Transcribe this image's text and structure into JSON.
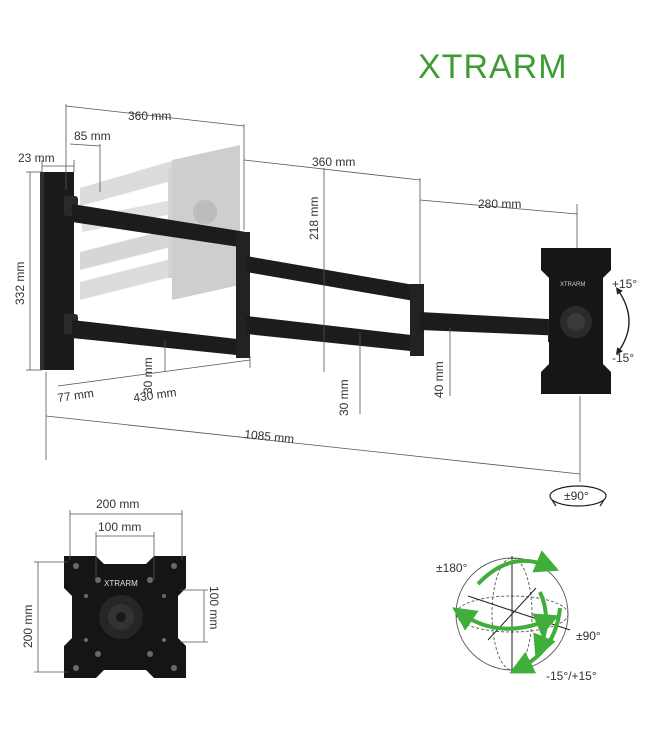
{
  "brand": {
    "name": "XTRARM",
    "color": "#3f9b34"
  },
  "colors": {
    "arm": "#1c1c1c",
    "ghost": "#d4d4d4",
    "dimension_line": "#555555",
    "rotation_arrow": "#3fae3a"
  },
  "side_view": {
    "dimensions": {
      "arm_first": "360 mm",
      "plate_offset": "85 mm",
      "wall_plate_depth": "23 mm",
      "arm_second": "360 mm",
      "arm_third": "280 mm",
      "plate_height": "332 mm",
      "arm_height": "218 mm",
      "rail_first": "30 mm",
      "rail_second": "30 mm",
      "rail_third": "40 mm",
      "wall_to_pivot": "77 mm",
      "folded_depth": "430 mm",
      "max_extension": "1085 mm"
    },
    "tilt": {
      "up": "+15°",
      "down": "-15°"
    },
    "swivel": "±90°"
  },
  "vesa_plate": {
    "width_outer": "200 mm",
    "width_inner": "100 mm",
    "height_outer": "200 mm",
    "height_inner": "100 mm",
    "label": "XTRARM"
  },
  "rotation_globe": {
    "rotation": "±180°",
    "swivel": "±90°",
    "tilt": "-15°/+15°"
  }
}
